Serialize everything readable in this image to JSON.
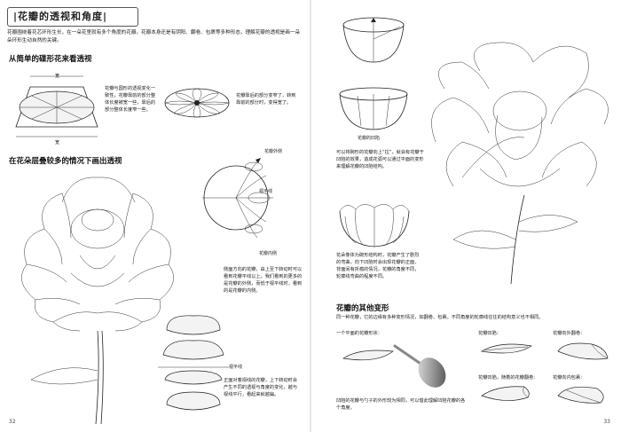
{
  "left": {
    "title": "|花瓣的透视和角度|",
    "intro": "花瓣围绕着花芯环形生长，在一朵花里就有多个角度的花瓣。花瓣本身还是有阴阳、翻卷、包裹等多种形态，理解花瓣的透视是画一朵朵环形生动自然的关键。",
    "section1": "从简单的碟形花来看透视",
    "dish_label_top": "宽",
    "dish_label_bottom": "宽",
    "dish_text": "花瓣与圆形的透视变化一致性，花瓣靠前的部分整体长度被宽一些，靠后的部分整体长度窄一些。",
    "wheel_text": "花瓣靠后的部分变窄了，转到靠前的部分时，变得宽了。",
    "section2": "在花朵层叠较多的情况下画出透视",
    "label_petal_outer": "花瓣外侧",
    "label_horizon": "视平线",
    "label_petal_inner": "花瓣内侧",
    "perspective_text": "侧面方向的花瓣，由上至下转动时可以看到花瓣平线以上，我们看到的更多的是花瓣的外侧，而低于视平线时，看到的是花瓣的内侧。",
    "label_horizon2": "视平线",
    "stack_text": "正面对着视线的花瓣，上下转动时会产生不同的透视与角度的变化，越与视线平行，看起来就越扁。",
    "page_number": "32"
  },
  "right": {
    "bowl_label": "花瓣的凹陷",
    "bowl_text": "可以将碗形的花瓣向上“拉”，就会有花瓣于凹陷的效果，造成花弧可以通过平面的变形来理解花瓣的凹陷结构。",
    "bowl2_text": "花朵像体为碗形结构时，花瓣产生了剧烈的弯曲，向下凹陷时会出现花瓣的正面、背面间有折痕的情况，花瓣的角度不同，轮廓线弯曲的程度不同。",
    "section3": "花瓣的其他变形",
    "variant_intro": "同一种花瓣，它的边缘有多种变形情况，如翻卷、包裹。不同角度的轮廓线往往的结构意义也不相同。",
    "flat_label": "一个平面的花瓣形状：",
    "dent_label": "花瓣凹陷：",
    "roll_out_label": "花瓣向外翻卷：",
    "dent_curl_label": "花瓣凹陷，随着的花瓣翻卷：",
    "roll_in_label": "花瓣向内包裹：",
    "spoon_text": "凹陷的花瓣与勺子的外形较为相同，可以借此理解凹陷花瓣的各个角度。",
    "page_number": "33"
  }
}
